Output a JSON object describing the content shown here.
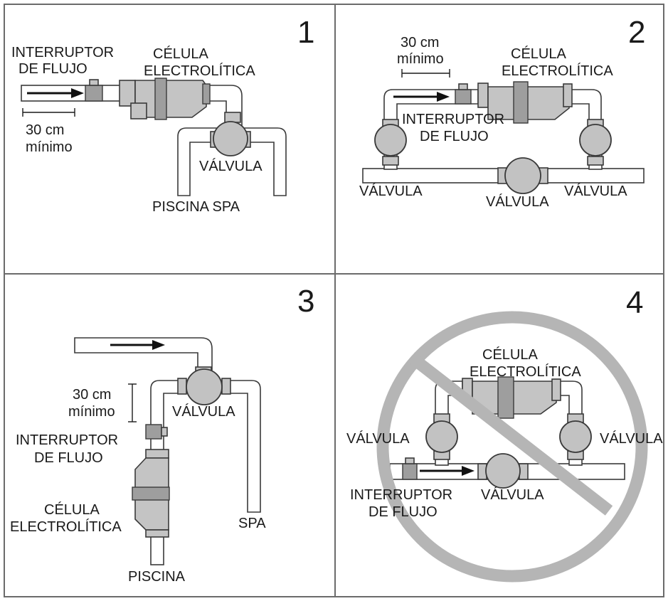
{
  "panels": [
    {
      "number": "1",
      "labels": {
        "flow_switch_l1": "INTERRUPTOR",
        "flow_switch_l2": "DE FLUJO",
        "cell_l1": "CÉLULA",
        "cell_l2": "ELECTROLÍTICA",
        "min_l1": "30 cm",
        "min_l2": "mínimo",
        "valve": "VÁLVULA",
        "pool_spa": "PISCINA SPA"
      }
    },
    {
      "number": "2",
      "labels": {
        "min_l1": "30 cm",
        "min_l2": "mínimo",
        "cell_l1": "CÉLULA",
        "cell_l2": "ELECTROLÍTICA",
        "flow_switch_l1": "INTERRUPTOR",
        "flow_switch_l2": "DE FLUJO",
        "valve_left": "VÁLVULA",
        "valve_mid": "VÁLVULA",
        "valve_right": "VÁLVULA"
      }
    },
    {
      "number": "3",
      "labels": {
        "min_l1": "30 cm",
        "min_l2": "mínimo",
        "valve": "VÁLVULA",
        "flow_switch_l1": "INTERRUPTOR",
        "flow_switch_l2": "DE FLUJO",
        "cell_l1": "CÉLULA",
        "cell_l2": "ELECTROLÍTICA",
        "spa": "SPA",
        "pool": "PISCINA"
      }
    },
    {
      "number": "4",
      "labels": {
        "cell_l1": "CÉLULA",
        "cell_l2": "ELECTROLÍTICA",
        "valve_left": "VÁLVULA",
        "valve_right": "VÁLVULA",
        "flow_switch_l1": "INTERRUPTOR",
        "flow_switch_l2": "DE FLUJO",
        "valve_bottom": "VÁLVULA"
      }
    }
  ],
  "colors": {
    "grid": "#6b6b6b",
    "part": "#c4c4c4",
    "prohibited_sign": "#b5b5b5"
  }
}
